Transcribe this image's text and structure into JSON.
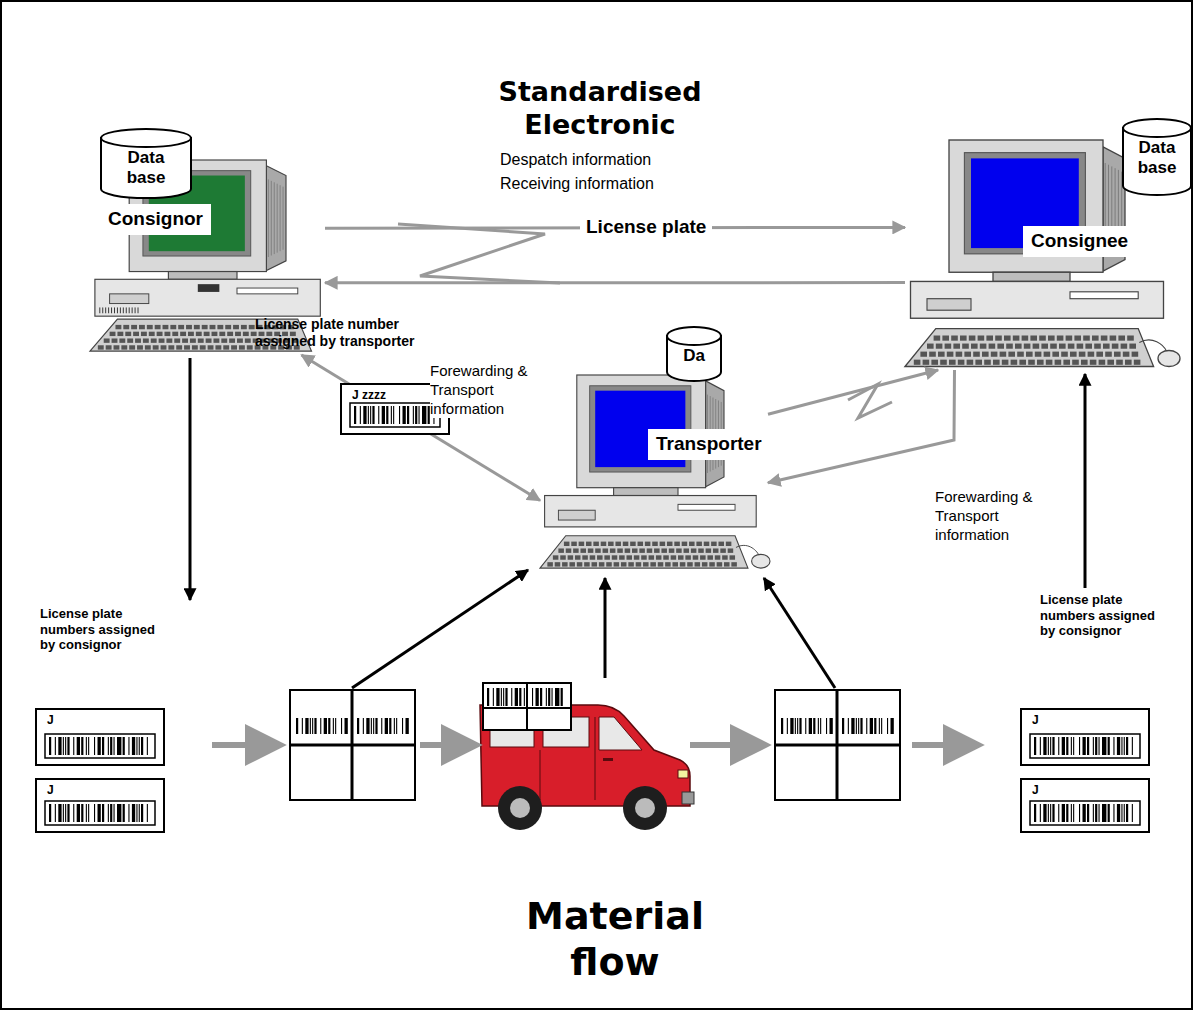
{
  "diagram": {
    "title": "Standardised Electronic",
    "caption": "Material flow",
    "nodes": [
      {
        "text": [
          "Data base"
        ]
      },
      {
        "text": [
          "Consignor"
        ]
      },
      {
        "text": [
          "Data base"
        ]
      },
      {
        "text": [
          "Consignee"
        ]
      },
      {
        "text": [
          "Da"
        ]
      },
      {
        "text": [
          "Transporter"
        ]
      },
      {
        "text": [
          "J zzzz"
        ]
      },
      {
        "text": [
          "J"
        ]
      },
      {
        "text": [
          "J"
        ]
      },
      {
        "text": [
          "J"
        ]
      },
      {
        "text": [
          "J"
        ]
      }
    ],
    "edges": [
      {
        "from": 1,
        "to": 3,
        "label": "License plate",
        "arrow": "to"
      },
      {
        "from": 3,
        "to": 1,
        "arrow": "to"
      },
      {
        "from": 1,
        "to": 5,
        "label": "Forewarding & Transport information",
        "arrow": "both"
      },
      {
        "from": 5,
        "to": 3,
        "arrow": "to"
      },
      {
        "from": 3,
        "to": 5,
        "label": "Forewarding & Transport information",
        "arrow": "to"
      }
    ],
    "labels": [
      "Despatch information",
      "Receiving information",
      "License plate number assigned by transporter",
      "License plate numbers assigned by consignor",
      "License plate numbers assigned by consignor"
    ]
  }
}
